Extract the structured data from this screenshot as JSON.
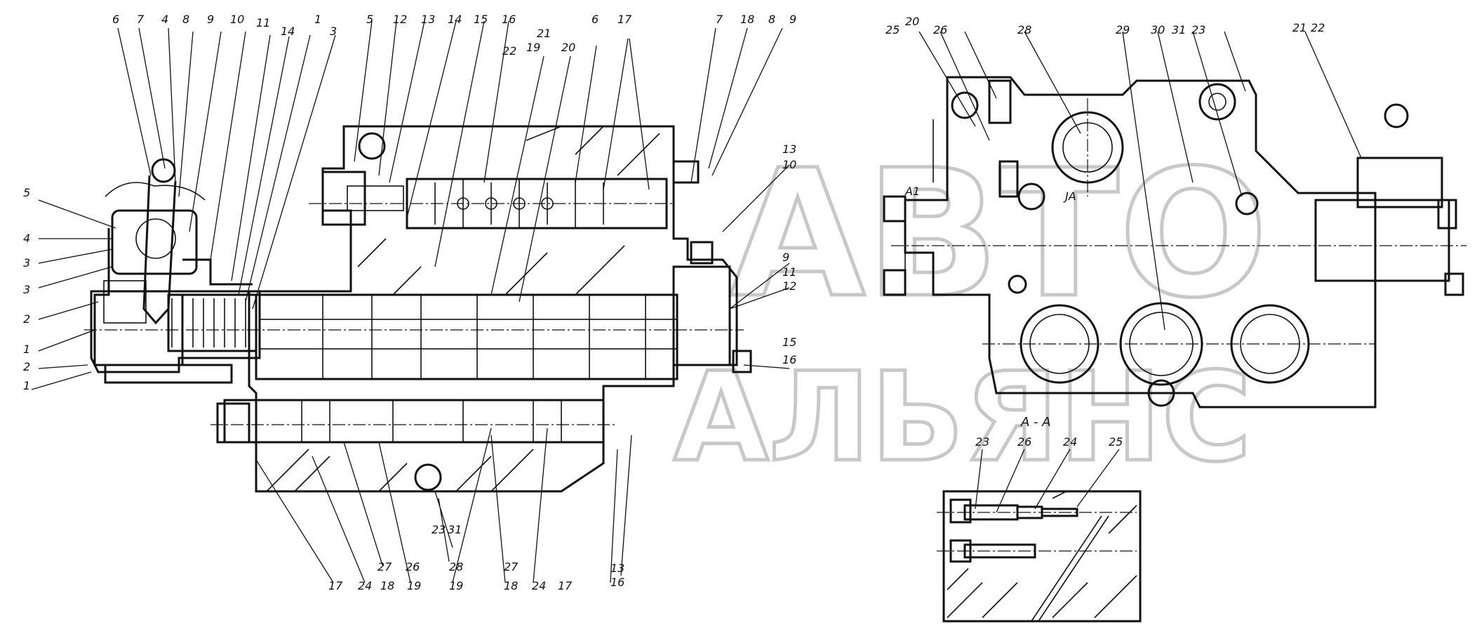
{
  "watermark": {
    "line1": "АВТО",
    "line2": "АЛЬЯНС"
  },
  "section_label": "A - A",
  "view_marks": {
    "a1": "A1",
    "ja": "JA"
  },
  "callouts_top_left": [
    "6",
    "7",
    "4",
    "8",
    "9",
    "10",
    "11",
    "14",
    "1",
    "3",
    "5",
    "12",
    "13",
    "14",
    "15",
    "16",
    "22",
    "19",
    "21",
    "20",
    "6",
    "17",
    "7",
    "18",
    "8",
    "9"
  ],
  "callouts_left_side": [
    "5",
    "4",
    "3",
    "3",
    "2",
    "1",
    "2",
    "1"
  ],
  "callouts_right_main": [
    "13",
    "10",
    "9",
    "11",
    "12",
    "15",
    "16"
  ],
  "callouts_bottom_main": [
    "17",
    "24",
    "27",
    "18",
    "26",
    "19",
    "23",
    "31",
    "28",
    "19",
    "27",
    "18",
    "24",
    "17",
    "13",
    "16"
  ],
  "callouts_right_view": [
    "25",
    "20",
    "26",
    "28",
    "29",
    "30",
    "31",
    "23",
    "21",
    "22"
  ],
  "callouts_section": [
    "23",
    "26",
    "24",
    "25"
  ],
  "colors": {
    "line": "#111111",
    "watermark": "#c8c8c8",
    "background": "#ffffff"
  }
}
